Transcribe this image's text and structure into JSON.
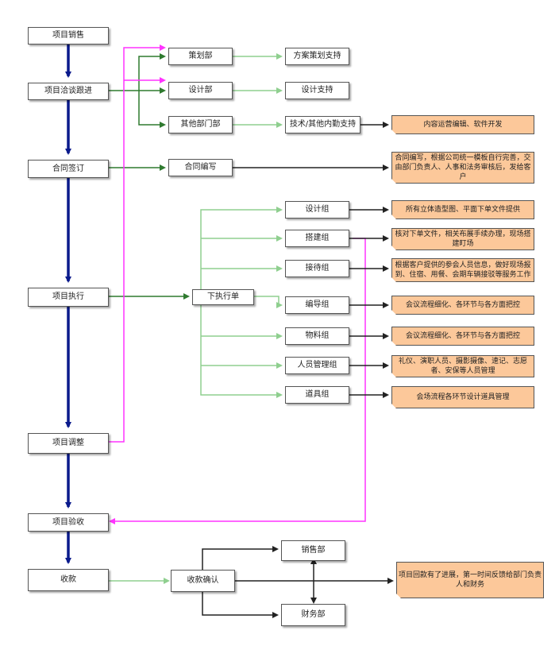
{
  "main_flow": {
    "sales": "项目销售",
    "negotiation": "项目洽谈跟进",
    "contract": "合同签订",
    "execution": "项目执行",
    "adjustment": "项目调整",
    "acceptance": "项目验收",
    "payment": "收款"
  },
  "departments": {
    "planning": "策划部",
    "design": "设计部",
    "other": "其他部门部"
  },
  "supports": {
    "plan_support": "方案策划支持",
    "design_support": "设计支持",
    "tech_support": "技术/其他内勤支持"
  },
  "notes": {
    "content_ops": "内容运营编辑、软件开发",
    "contract_note": "合同编写，根据公司统一模板自行完善，交由部门负责人、人事和法务审核后，发给客户",
    "design_group_note": "所有立体造型图、平面下单文件提供",
    "build_group_note": "核对下单文件，相关布展手续办理，现场搭建盯场",
    "reception_note": "根据客户提供的参会人员信息，做好现场报到、住宿、用餐、会期车辆接驳等服务工作",
    "director_note": "会议流程细化、各环节与各方面把控",
    "materials_note": "会议流程细化、各环节与各方面把控",
    "staff_note": "礼仪、演职人员、摄影摄像、速记、志愿者、安保等人员管理",
    "props_note": "会场流程各环节设计道具管理",
    "payment_note": "项目回款有了进展，第一时间反馈给部门负责人和财务"
  },
  "contract_write": "合同编写",
  "dispatch": "下执行单",
  "groups": {
    "design": "设计组",
    "build": "搭建组",
    "reception": "接待组",
    "director": "编导组",
    "materials": "物料组",
    "staff": "人员管理组",
    "props": "道具组"
  },
  "payment_flow": {
    "confirm": "收款确认",
    "sales_dept": "销售部",
    "finance_dept": "财务部"
  },
  "colors": {
    "main_arrow": "#0a1a8c",
    "branch_dark_green": "#2f7a2f",
    "branch_light_green": "#8fcf8f",
    "magenta": "#ff33ff",
    "dark": "#222222",
    "note_fill": "#fcc89a"
  }
}
